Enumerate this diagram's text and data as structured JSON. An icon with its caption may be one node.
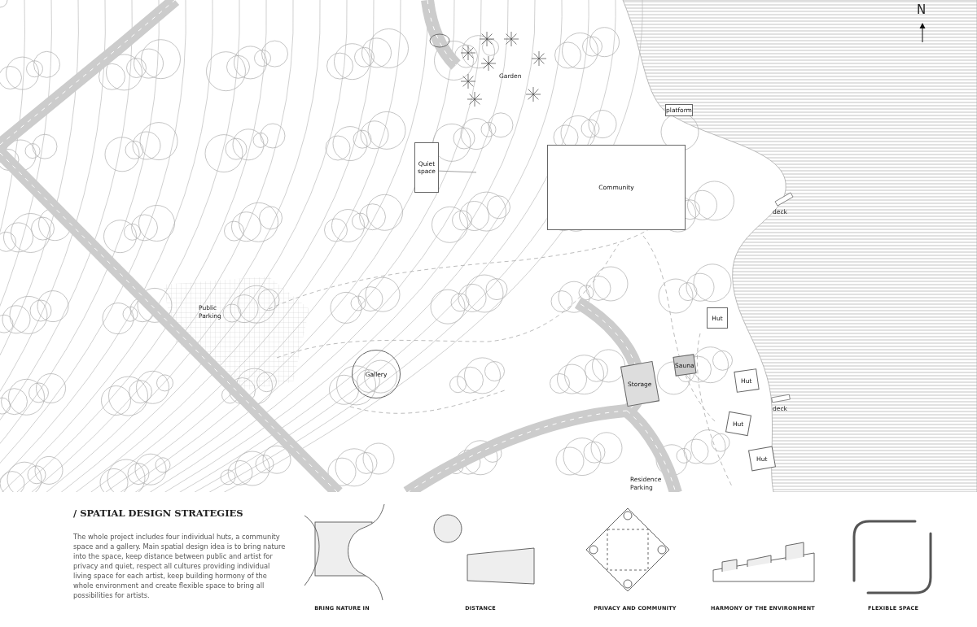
{
  "diagram": {
    "title": "/ SPATIAL DESIGN STRATEGIES",
    "nodes": [
      {
        "text": [
          "Quiet space"
        ]
      },
      {
        "text": [
          "Community"
        ]
      },
      {
        "text": [
          "platform"
        ]
      },
      {
        "text": [
          "Gallery"
        ]
      },
      {
        "text": [
          "Storage"
        ]
      },
      {
        "text": [
          "Sauna"
        ]
      },
      {
        "text": [
          "Hut"
        ]
      },
      {
        "text": [
          "Hut"
        ]
      },
      {
        "text": [
          "Hut"
        ]
      },
      {
        "text": [
          "Hut"
        ]
      }
    ],
    "labels": [
      "N",
      "Garden",
      "deck",
      "Public Parking",
      "deck",
      "Residence Parking",
      "The whole project includes four individual huts, a community space and a gallery. Main spatial design idea is to bring nature into the space, keep distance between public and artist for privacy and quiet, respect all cultures providing individual living space for each artist, keep building hormony of the whole environment and create flexible space to bring all possibilities for artists.",
      "BRING NATURE IN",
      "DISTANCE",
      "PRIVACY AND COMMUNITY",
      "HARMONY OF THE ENVIRONMENT",
      "FLEXIBLE SPACE"
    ]
  }
}
